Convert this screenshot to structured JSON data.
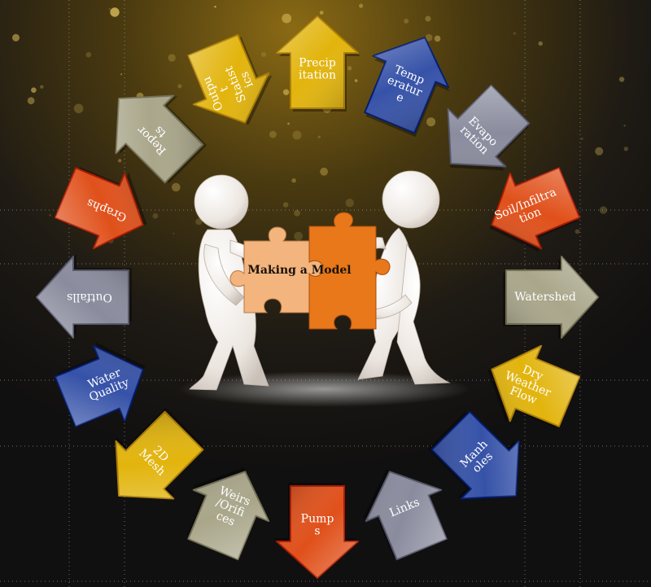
{
  "center": {
    "title": "Making a Model"
  },
  "palette": {
    "yellow": "#e2b40c",
    "blue": "#3652a8",
    "gray": "#8a8c9e",
    "orange": "#e0501a",
    "olive": "#a9a68a",
    "puzzle_left": "#f2b27a",
    "puzzle_right": "#e8781a"
  },
  "arrows": [
    {
      "id": "precipitation",
      "label_lines": [
        "Precip",
        "itation"
      ],
      "color": "yellow",
      "direction": "out",
      "icon": "arrow-up"
    },
    {
      "id": "temperature",
      "label_lines": [
        "Temp",
        "eratur",
        "e"
      ],
      "color": "blue",
      "direction": "out",
      "icon": "arrow-out"
    },
    {
      "id": "evaporation",
      "label_lines": [
        "Evapo",
        "ration"
      ],
      "color": "gray",
      "direction": "in",
      "icon": "arrow-in"
    },
    {
      "id": "soil-infiltration",
      "label_lines": [
        "Soil/Infiltra",
        "tion"
      ],
      "color": "orange",
      "direction": "in",
      "icon": "arrow-in"
    },
    {
      "id": "watershed",
      "label_lines": [
        "Watershed"
      ],
      "color": "olive",
      "direction": "out",
      "icon": "arrow-right"
    },
    {
      "id": "dry-weather-flow",
      "label_lines": [
        "Dry",
        "Weather",
        "Flow"
      ],
      "color": "yellow",
      "direction": "in",
      "icon": "arrow-in"
    },
    {
      "id": "manholes",
      "label_lines": [
        "Manh",
        "oles"
      ],
      "color": "blue",
      "direction": "out",
      "icon": "arrow-out"
    },
    {
      "id": "links",
      "label_lines": [
        "Links"
      ],
      "color": "gray",
      "direction": "in",
      "icon": "arrow-in"
    },
    {
      "id": "pumps",
      "label_lines": [
        "Pump",
        "s"
      ],
      "color": "orange",
      "direction": "out",
      "icon": "arrow-down"
    },
    {
      "id": "weirs-orifices",
      "label_lines": [
        "Weirs",
        "/Orifi",
        "ces"
      ],
      "color": "olive",
      "direction": "in",
      "icon": "arrow-in"
    },
    {
      "id": "2d-mesh",
      "label_lines": [
        "2D",
        "Mesh"
      ],
      "color": "yellow",
      "direction": "out",
      "icon": "arrow-out"
    },
    {
      "id": "water-quality",
      "label_lines": [
        "Water",
        "Quality"
      ],
      "color": "blue",
      "direction": "in",
      "icon": "arrow-in"
    },
    {
      "id": "outfalls",
      "label_lines": [
        "Outfalls"
      ],
      "color": "gray",
      "direction": "out",
      "icon": "arrow-left"
    },
    {
      "id": "graphs",
      "label_lines": [
        "Graphs"
      ],
      "color": "orange",
      "direction": "in",
      "icon": "arrow-in"
    },
    {
      "id": "reports",
      "label_lines": [
        "Repor",
        "ts"
      ],
      "color": "olive",
      "direction": "out",
      "icon": "arrow-out"
    },
    {
      "id": "output-statistics",
      "label_lines": [
        "Outpu",
        "t",
        "Statist",
        "ics"
      ],
      "color": "yellow",
      "direction": "in",
      "icon": "arrow-in"
    }
  ]
}
